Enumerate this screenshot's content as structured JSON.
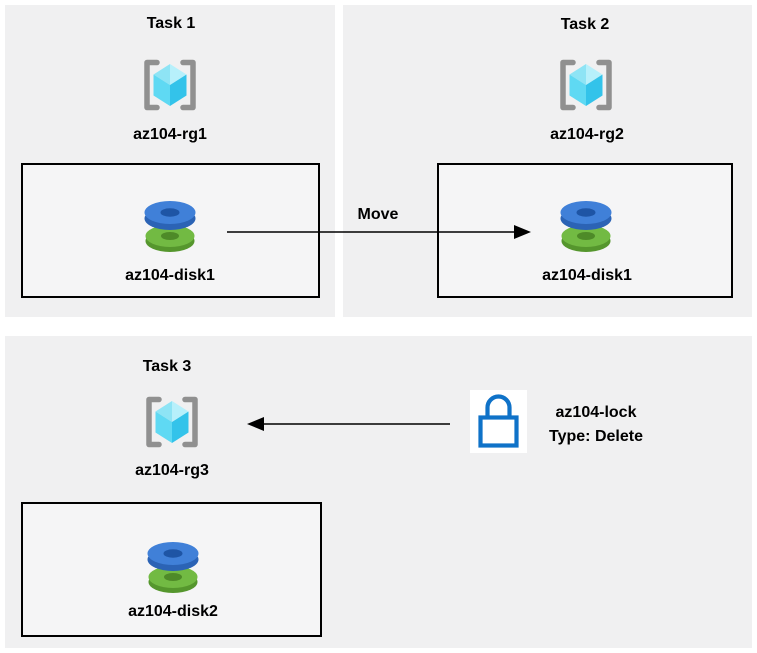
{
  "colors": {
    "canvas-bg": "#ffffff",
    "panel-bg": "#f0f0f1",
    "box-bg": "#f5f5f6",
    "box-border": "#000000",
    "text": "#000000",
    "arrow": "#000000",
    "bracket-gray": "#909090",
    "cube-top-left": "#8ee4f5",
    "cube-top-right": "#b7f0fb",
    "cube-left": "#5fd9f3",
    "cube-right": "#33c3ea",
    "disk-blue-top": "#4080d8",
    "disk-blue-side": "#2b63b5",
    "disk-blue-hole": "#1e55a5",
    "disk-green-top": "#72ba43",
    "disk-green-side": "#55962d",
    "disk-green-hole": "#4e8a28",
    "lock-blue": "#0f72c8",
    "lock-bg": "#ffffff"
  },
  "tasks": {
    "task1": {
      "title": "Task 1",
      "resource_group": "az104-rg1",
      "disk": "az104-disk1"
    },
    "task2": {
      "title": "Task 2",
      "resource_group": "az104-rg2",
      "disk": "az104-disk1"
    },
    "task3": {
      "title": "Task 3",
      "resource_group": "az104-rg3",
      "disk": "az104-disk2"
    }
  },
  "arrows": {
    "move_label": "Move"
  },
  "lock": {
    "name": "az104-lock",
    "type": "Type: Delete"
  },
  "icons": {
    "resource_group": "resource-group-icon",
    "disk": "managed-disk-icon",
    "lock": "lock-icon",
    "move_arrow": "move-arrow",
    "lock_arrow": "lock-arrow"
  }
}
